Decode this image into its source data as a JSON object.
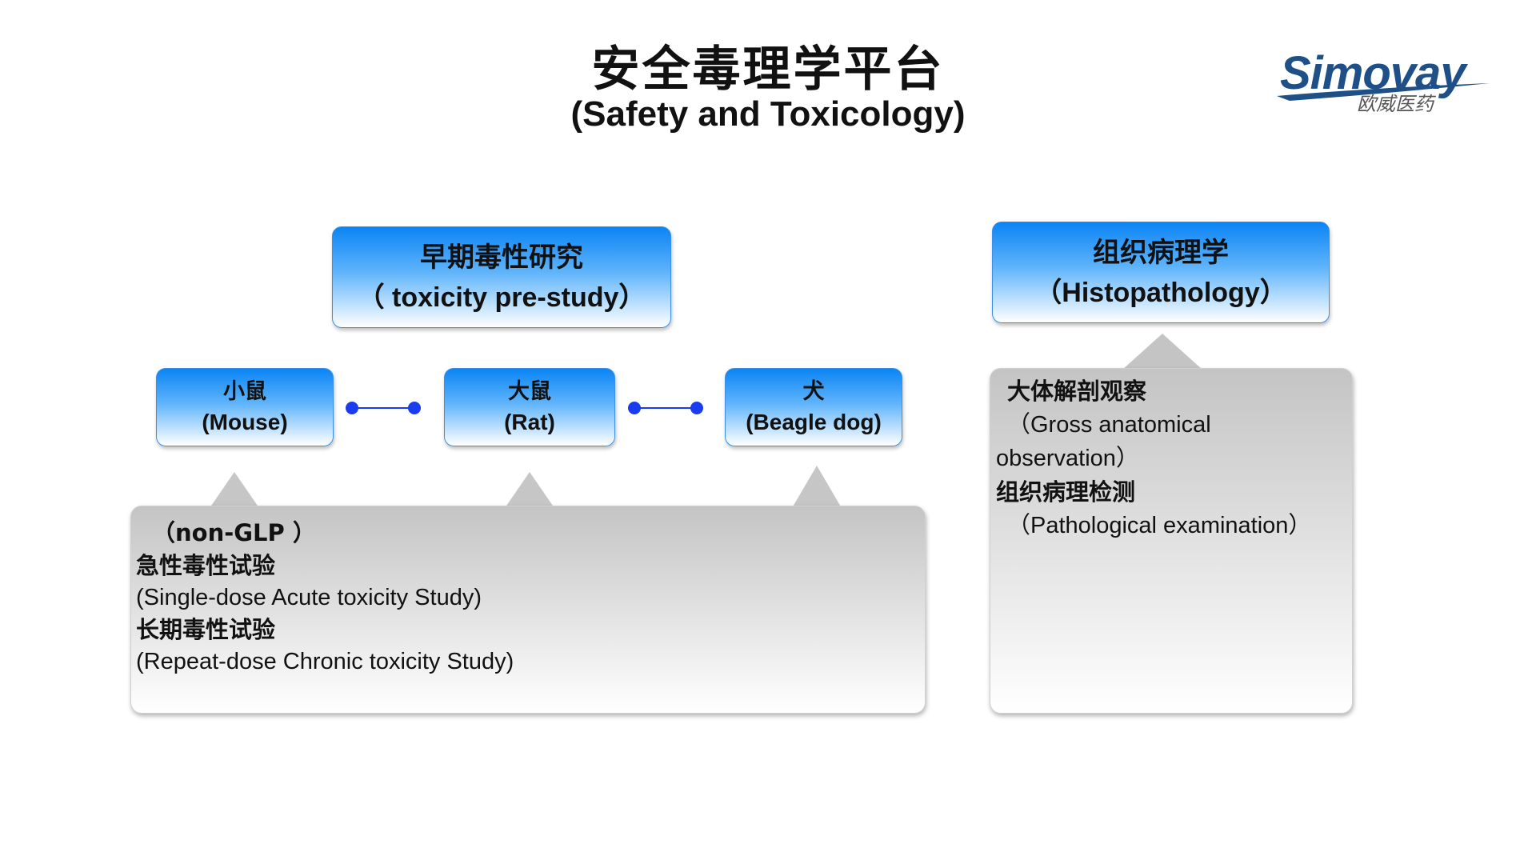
{
  "title": {
    "zh": "安全毒理学平台",
    "en": "(Safety and Toxicology)"
  },
  "logo": {
    "brand": "Simovay",
    "sub": "欧威医药",
    "color": "#1e4f86"
  },
  "pre_study": {
    "zh": "早期毒性研究",
    "en": "（ toxicity pre-study）"
  },
  "species": [
    {
      "zh": "小鼠",
      "en": "(Mouse)"
    },
    {
      "zh": "大鼠",
      "en": "(Rat)"
    },
    {
      "zh": "犬",
      "en": "(Beagle dog)"
    }
  ],
  "histopathology": {
    "zh": "组织病理学",
    "en": "（Histopathology）"
  },
  "toxicity_studies": {
    "lines": [
      {
        "text": "（non-GLP ）",
        "bold": true
      },
      {
        "text": "急性毒性试验",
        "bold": true
      },
      {
        "text": "(Single-dose Acute toxicity Study)",
        "bold": false
      },
      {
        "text": "长期毒性试验",
        "bold": true
      },
      {
        "text": "(Repeat-dose Chronic toxicity Study)",
        "bold": false
      }
    ]
  },
  "histo_details": {
    "lines": [
      {
        "text": "大体解剖观察",
        "bold": true
      },
      {
        "text": "（Gross anatomical",
        "bold": false
      },
      {
        "text": "observation）",
        "bold": false
      },
      {
        "text": "组织病理检测",
        "bold": true
      },
      {
        "text": "（Pathological examination）",
        "bold": false
      }
    ]
  },
  "colors": {
    "box_blue": "#0b84f4",
    "connector": "#1a3cf0",
    "box_gray": "#c4c4c4"
  }
}
